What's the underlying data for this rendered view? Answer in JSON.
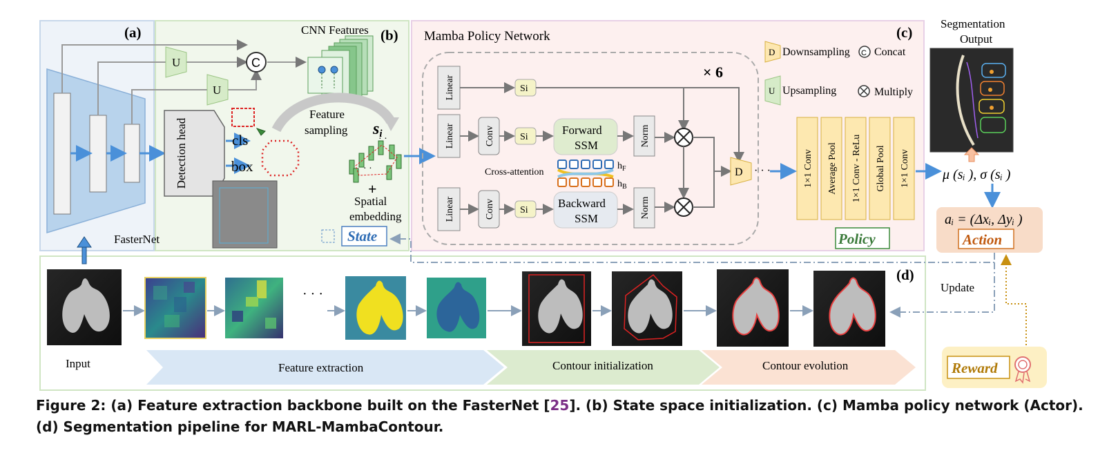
{
  "labels": {
    "panel_a": "(a)",
    "panel_b": "(b)",
    "panel_c": "(c)",
    "panel_d": "(d)",
    "fasternet": "FasterNet",
    "upsample_u": "U",
    "concat_c": "C",
    "cnn_features": "CNN Features",
    "detection_head": "Detection head",
    "cls": "cls",
    "box": "box",
    "feature_sampling": "Feature sampling",
    "s_i": "s",
    "s_i_sub": "i",
    "plus": "+",
    "spatial_embedding_1": "Spatial",
    "spatial_embedding_2": "embedding",
    "state": "State",
    "mamba_policy_network": "Mamba Policy Network",
    "times6": "× 6",
    "linear": "Linear",
    "conv": "Conv",
    "si": "Si",
    "forward_ssm_1": "Forward",
    "forward_ssm_2": "SSM",
    "backward_ssm_1": "Backward",
    "backward_ssm_2": "SSM",
    "cross_attention": "Cross-attention",
    "h_f": "h",
    "h_f_sub": "F",
    "h_b": "h",
    "h_b_sub": "B",
    "norm": "Norm",
    "d": "D",
    "legend_downsampling": "Downsampling",
    "legend_concat": "Concat",
    "legend_upsampling": "Upsampling",
    "legend_multiply": "Multiply",
    "conv1x1": "1×1 Conv",
    "average_pool": "Average Pool",
    "conv_relu": "1×1 Conv - ReLu",
    "global_pool": "Global Pool",
    "policy": "Policy",
    "seg_output_1": "Segmentation",
    "seg_output_2": "Output",
    "mu_sigma": "μ (sᵢ ), σ (sᵢ )",
    "action_formula": "aᵢ = (Δxᵢ, Δyᵢ )",
    "action": "Action",
    "update": "Update",
    "reward": "Reward",
    "input": "Input",
    "ellipsis": "· · ·",
    "feature_extraction": "Feature extraction",
    "contour_initialization": "Contour initialization",
    "contour_evolution": "Contour evolution"
  },
  "caption": {
    "part1": "Figure 2: (a) Feature extraction backbone built on the FasterNet [",
    "ref": "25",
    "part2": "]. (b) State space initialization. (c) Mamba policy network (Actor). (d) Segmentation pipeline for MARL-MambaContour."
  },
  "colors": {
    "arrow_blue": "#4a90d9",
    "panel_a_bg": "#eef3f9",
    "panel_b_bg": "#f1f7ec",
    "panel_c_bg": "#fdeeed",
    "yellow_box": "#fdeec1",
    "action_box": "#f8dcc8",
    "reward_box": "#fdf0c4",
    "contour_red": "#e03030"
  }
}
